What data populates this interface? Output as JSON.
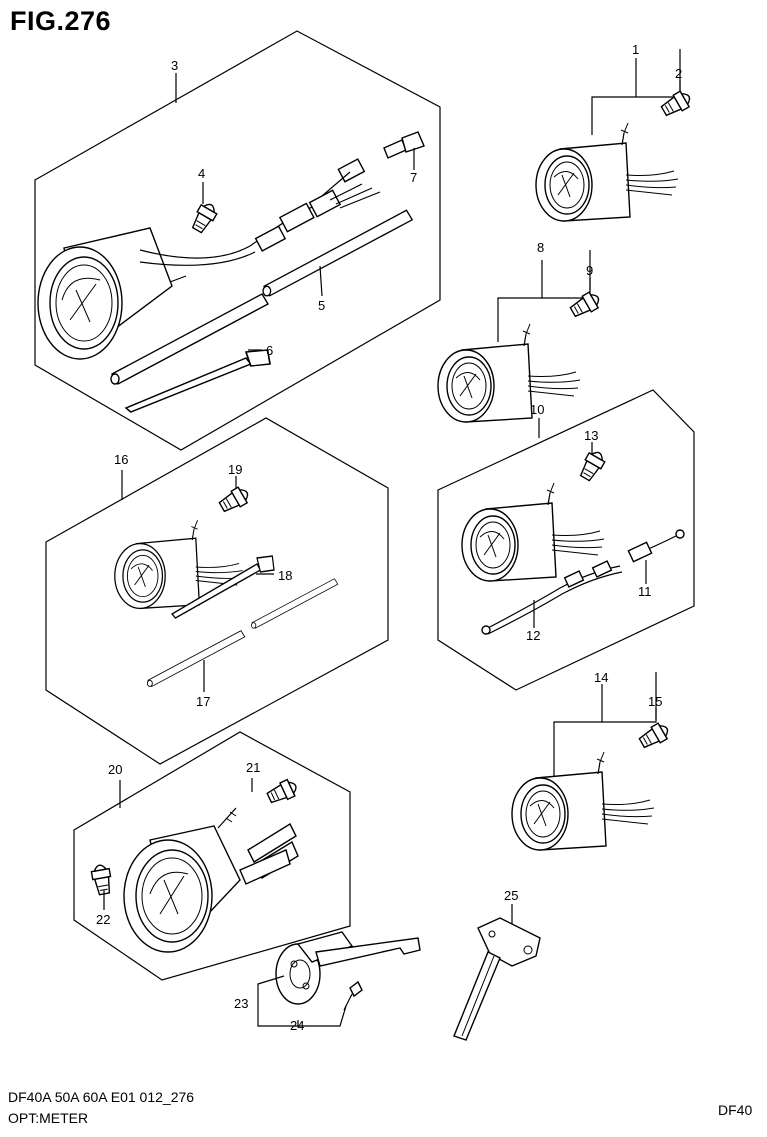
{
  "figure": {
    "title": "FIG.276"
  },
  "labels": [
    "1",
    "2",
    "3",
    "4",
    "5",
    "6",
    "7",
    "8",
    "9",
    "10",
    "11",
    "12",
    "13",
    "14",
    "15",
    "16",
    "17",
    "18",
    "19",
    "20",
    "21",
    "22",
    "23",
    "24",
    "25"
  ],
  "footer": {
    "code": "DF40A 50A 60A E01 012_276",
    "name": "OPT:METER",
    "model": "DF40"
  }
}
